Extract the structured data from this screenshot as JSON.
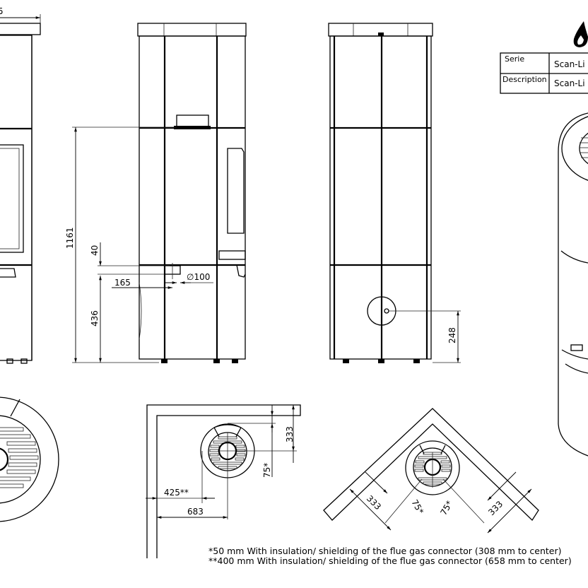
{
  "title_block": {
    "logo": "flame-logo",
    "serie_label": "Serie",
    "serie_value": "Scan-Li",
    "description_label": "Description",
    "description_value": "Scan-Li"
  },
  "dimensions": {
    "left_view_top": "5",
    "height_total": "1161",
    "flue_offset_top": "40",
    "flue_offset_side": "165",
    "flue_diameter": "∅100",
    "flue_height": "436",
    "rear_flue_height": "248",
    "wall_clearance_side": "333",
    "wall_clearance_insulated": "75*",
    "wall_distance_back": "425**",
    "wall_to_center": "683",
    "corner_clearance_left": "333",
    "corner_insulated_left": "75*",
    "corner_insulated_right": "75*",
    "corner_clearance_right": "333"
  },
  "notes": [
    "*50 mm With insulation/ shielding of the flue gas connector (308 mm to center)",
    "**400 mm With insulation/ shielding of the flue gas connector (658 mm to center)"
  ]
}
